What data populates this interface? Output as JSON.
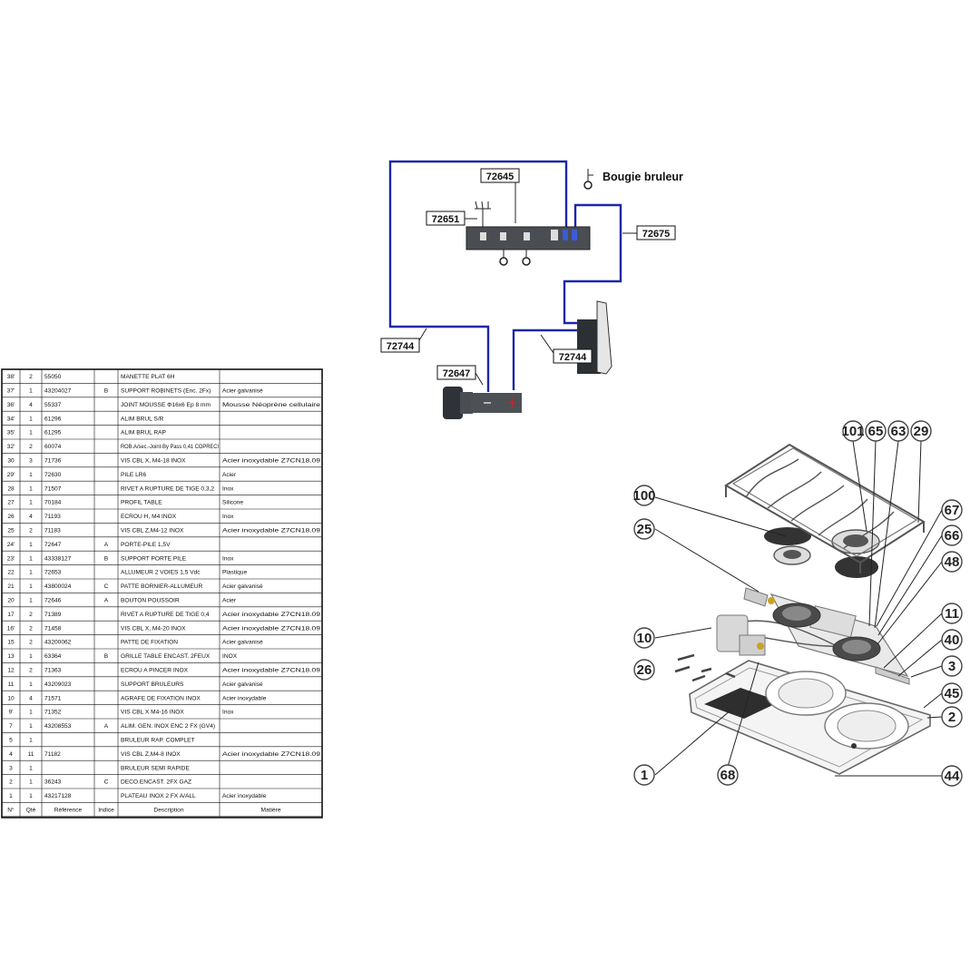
{
  "schema": {
    "ref_labels": [
      "72645",
      "72651",
      "72675",
      "72744",
      "72744",
      "72647"
    ],
    "spark_plug_label": "Bougie bruleur"
  },
  "parts_table": {
    "headers": [
      "N°",
      "Qté",
      "Référence",
      "Indice",
      "Description",
      "Matière"
    ],
    "rows": [
      [
        "38'",
        "2",
        "55050",
        "",
        "MANETTE PLAT 6H",
        ""
      ],
      [
        "37'",
        "1",
        "43204027",
        "B",
        "SUPPORT ROBINETS (Enc. 2Fx)",
        "Acier galvanisé"
      ],
      [
        "36'",
        "4",
        "55337",
        "",
        "JOINT MOUSSE Φ16x6 Ep 8 mm",
        "Mousse Néoprène cellulaire"
      ],
      [
        "34'",
        "1",
        "61296",
        "",
        "ALIM BRUL S/R",
        ""
      ],
      [
        "35'",
        "1",
        "61295",
        "",
        "ALIM BRUL RAP",
        ""
      ],
      [
        "32'",
        "2",
        "60074",
        "",
        "ROB.A/sec.-Joint-By Pass 0,41 COPRECI",
        ""
      ],
      [
        "30",
        "3",
        "71736",
        "",
        "VIS CBL X, M4-18 INOX",
        "Acier inoxydable Z7CN18.09"
      ],
      [
        "29'",
        "1",
        "72630",
        "",
        "PILE LR6",
        "Acier"
      ],
      [
        "28",
        "1",
        "71507",
        "",
        "RIVET A RUPTURE DE TIGE 0,3,2",
        "Inox"
      ],
      [
        "27",
        "1",
        "70184",
        "",
        "PROFIL TABLE",
        "Silicone"
      ],
      [
        "26",
        "4",
        "71193",
        "",
        "ECROU H, M4 INOX",
        "Inox"
      ],
      [
        "25",
        "2",
        "71183",
        "",
        "VIS CBL Z,M4-12 INOX",
        "Acier inoxydable Z7CN18.09"
      ],
      [
        "24'",
        "1",
        "72647",
        "A",
        "PORTE-PILE 1,5V",
        ""
      ],
      [
        "23'",
        "1",
        "43338127",
        "B",
        "SUPPORT PORTE PILE",
        "Inox"
      ],
      [
        "22",
        "1",
        "72653",
        "",
        "ALLUMEUR 2 VOIES 1,5 Vdc",
        "Plastique"
      ],
      [
        "21",
        "1",
        "43800024",
        "C",
        "PATTE BORNIER-ALLUMEUR",
        "Acier galvanisé"
      ],
      [
        "20",
        "1",
        "72646",
        "A",
        "BOUTON POUSSOIR",
        "Acier"
      ],
      [
        "17",
        "2",
        "71389",
        "",
        "RIVET A RUPTURE DE TIGE 0,4",
        "Acier inoxydable Z7CN18.09"
      ],
      [
        "16'",
        "2",
        "71458",
        "",
        "VIS CBL X, M4-20 INOX",
        "Acier inoxydable Z7CN18.09"
      ],
      [
        "15",
        "2",
        "43200062",
        "",
        "PATTE DE FIXATION",
        "Acier galvanisé"
      ],
      [
        "13",
        "1",
        "63364",
        "B",
        "GRILLE TABLE ENCAST. 2FEUX",
        "INOX"
      ],
      [
        "12",
        "2",
        "71363",
        "",
        "ECROU A PINCER INOX",
        "Acier inoxydable Z7CN18.09"
      ],
      [
        "11",
        "1",
        "43209023",
        "",
        "SUPPORT BRULEURS",
        "Acier galvanisé"
      ],
      [
        "10",
        "4",
        "71571",
        "",
        "AGRAFE DE FIXATION INOX",
        "Acier inoxydable"
      ],
      [
        "9'",
        "1",
        "71352",
        "",
        "VIS CBL X M4-16 INOX",
        "Inox"
      ],
      [
        "7",
        "1",
        "43208553",
        "A",
        "ALIM. GEN. INOX ENC 2 FX (GV4)",
        ""
      ],
      [
        "5",
        "1",
        "",
        "",
        "BRULEUR RAP. COMPLET",
        ""
      ],
      [
        "4",
        "11",
        "71182",
        "",
        "VIS CBL Z,M4-8 INOX",
        "Acier inoxydable Z7CN18.09"
      ],
      [
        "3",
        "1",
        "",
        "",
        "BRULEUR SEMI RAPIDE",
        ""
      ],
      [
        "2",
        "1",
        "36243",
        "C",
        "DECO.ENCAST. 2FX GAZ",
        ""
      ],
      [
        "1",
        "1",
        "43217128",
        "",
        "PLATEAU INOX 2 FX A/ALL",
        "Acier inoxydable"
      ]
    ]
  },
  "callouts": [
    "101",
    "65",
    "63",
    "29",
    "100",
    "25",
    "67",
    "66",
    "48",
    "10",
    "11",
    "40",
    "26",
    "3",
    "45",
    "2",
    "1",
    "68",
    "44"
  ],
  "colors": {
    "wire": "#1d27a8",
    "ink": "#111111"
  }
}
